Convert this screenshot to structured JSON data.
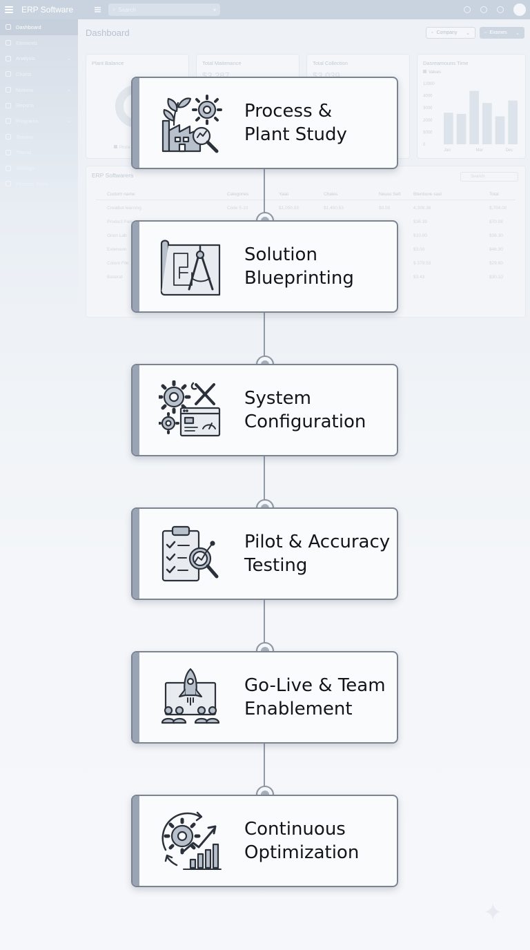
{
  "background": {
    "app_title": "ERP Software",
    "search_placeholder": "Search",
    "page_title": "Dashboard",
    "company_select": "Company",
    "export_button": "Exames",
    "sidebar": [
      "Dashboard",
      "Elements",
      "Analysis",
      "Charts",
      "Notions",
      "Reports",
      "Programs",
      "Teavins",
      "Teams",
      "Settings",
      "Finance Store"
    ],
    "cards": [
      {
        "title": "Plant Balance",
        "value": ""
      },
      {
        "title": "Total Maitenance",
        "value": "$3,287"
      },
      {
        "title": "Total Collection",
        "value": "$3,039"
      },
      {
        "title": "Dasrearnouns Time",
        "value": ""
      }
    ],
    "card_legend": "Proce",
    "mini_chart_legend": "Values",
    "mini_chart": {
      "y_ticks": [
        "12000",
        "4000",
        "3000",
        "2000",
        "5000",
        "0"
      ],
      "x_ticks": [
        "Jan",
        "Mar",
        "Dec"
      ],
      "values": [
        2600,
        2500,
        4400,
        3400,
        2300,
        3600
      ]
    },
    "table_title": "ERP Softwarers",
    "table_search": "Search",
    "table_headers": [
      "Custom name",
      "Categories",
      "Yalal",
      "Chales",
      "Neuss Sett",
      "Btentione sasl",
      "Total"
    ],
    "table_rows": [
      [
        "Creatbot learning",
        "Code 5-10",
        "$1,050.93",
        "$1,450.53",
        "$0.00",
        "4,308.36",
        "$,704.00"
      ],
      [
        "Product Pale",
        "",
        "",
        "",
        "",
        "$36.39",
        "$70.08"
      ],
      [
        "Orion Lab",
        "",
        "",
        "",
        "",
        "$10.00",
        "$36.30"
      ],
      [
        "Extension",
        "",
        "",
        "",
        "",
        "$3.00",
        "$46.30"
      ],
      [
        "Colorn File",
        "",
        "",
        "",
        "",
        "$ 379.53",
        "$29.60"
      ],
      [
        "Baserat",
        "",
        "",
        "",
        "",
        "$3.43",
        "$30.10"
      ]
    ]
  },
  "steps": [
    {
      "label": "Process &\nPlant Study",
      "icon": "factory-analysis-icon"
    },
    {
      "label": "Solution\nBlueprinting",
      "icon": "blueprint-compass-icon"
    },
    {
      "label": "System\nConfiguration",
      "icon": "gears-tools-dashboard-icon"
    },
    {
      "label": "Pilot & Accuracy\nTesting",
      "icon": "clipboard-magnifier-icon"
    },
    {
      "label": "Go-Live & Team\nEnablement",
      "icon": "rocket-team-icon"
    },
    {
      "label": "Continuous\nOptimization",
      "icon": "gear-growth-chart-icon"
    }
  ],
  "colors": {
    "card_border": "#7a8390",
    "card_accent": "#9aa4b4",
    "connector": "#9099a6",
    "icon_fill": "#b8c0cb",
    "icon_stroke": "#2b313a"
  }
}
